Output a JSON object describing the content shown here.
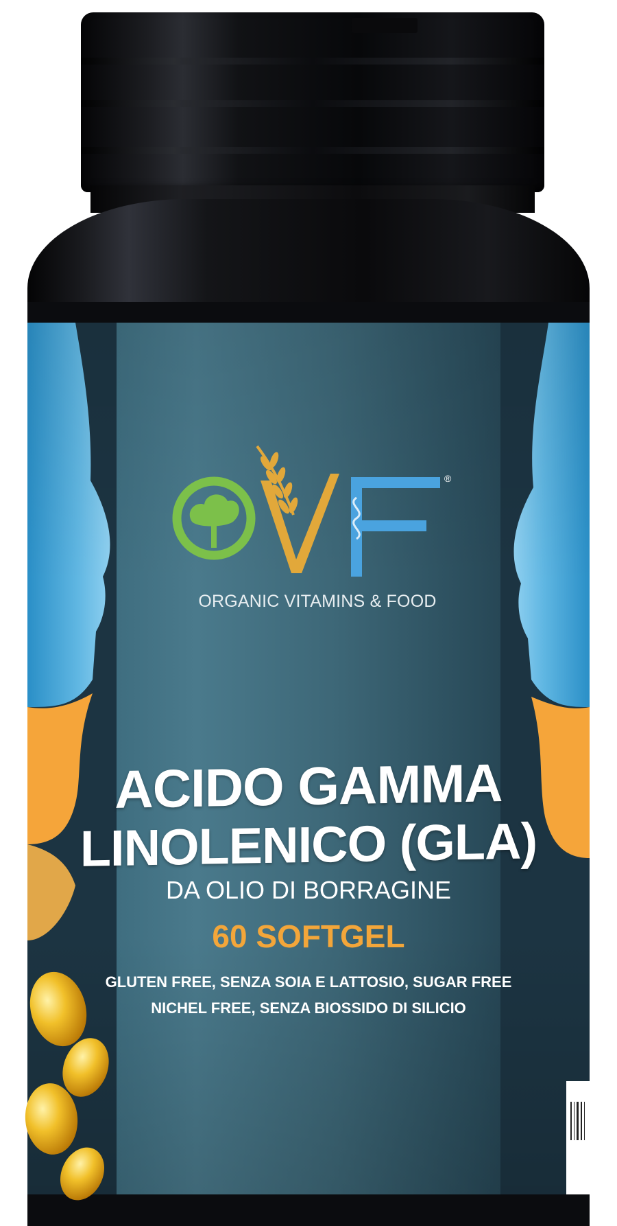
{
  "logo": {
    "letters": "OVF",
    "registered_mark": "®",
    "brand_name": "ORGANIC VITAMINS & FOOD"
  },
  "product": {
    "title_line1": "ACIDO GAMMA",
    "title_line2": "LINOLENICO (GLA)",
    "subtitle": "DA OLIO DI BORRAGINE",
    "count": "60 SOFTGEL",
    "claims_line1": "GLUTEN FREE, SENZA SOIA E LATTOSIO, SUGAR FREE",
    "claims_line2": "NICHEL FREE, SENZA BIOSSIDO DI SILICIO"
  },
  "colors": {
    "label_bg": "#3f6e80",
    "accent_orange": "#f3a63a",
    "logo_green": "#7cc04a",
    "logo_gold": "#e2a83a",
    "logo_blue": "#4aa3df",
    "cap_black": "#0b0c0f"
  },
  "icons": [
    "tree-icon",
    "wheat-icon",
    "caduceus-icon",
    "softgel-capsule-icon"
  ]
}
